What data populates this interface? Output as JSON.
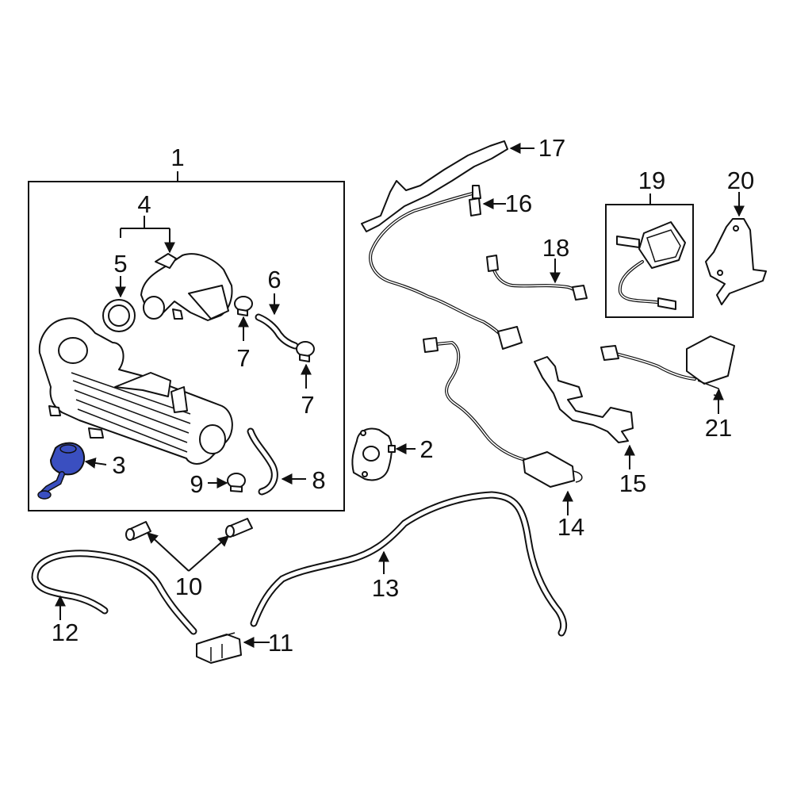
{
  "callouts": {
    "c1": "1",
    "c2": "2",
    "c3": "3",
    "c4": "4",
    "c5": "5",
    "c6": "6",
    "c7a": "7",
    "c7b": "7",
    "c8": "8",
    "c9": "9",
    "c10": "10",
    "c11": "11",
    "c12": "12",
    "c13": "13",
    "c14": "14",
    "c15": "15",
    "c16": "16",
    "c17": "17",
    "c18": "18",
    "c19": "19",
    "c20": "20",
    "c21": "21"
  },
  "colors": {
    "highlight_part": "#3a4fc0",
    "line": "#111111",
    "background": "#ffffff"
  }
}
